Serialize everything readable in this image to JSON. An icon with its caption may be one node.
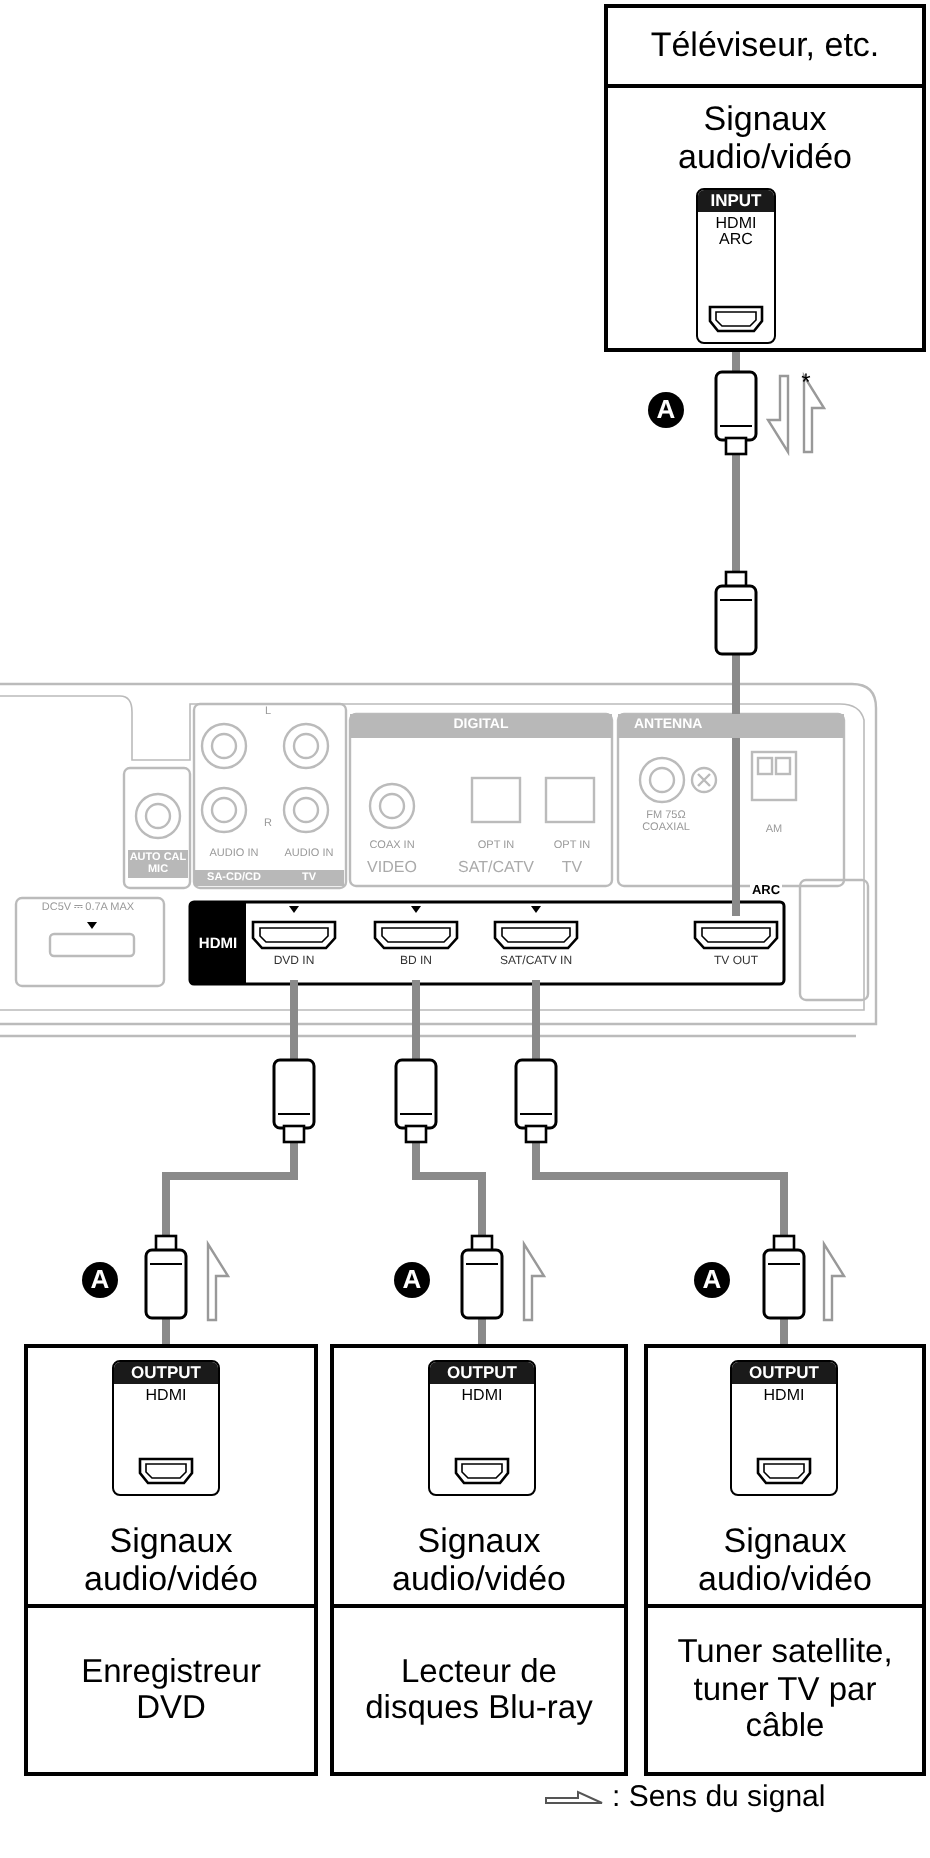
{
  "diagram": {
    "nodes": [
      {
        "text": [
          "Téléviseur, etc.",
          "Signaux audio/vidéo"
        ]
      },
      {
        "text": [
          "INPUT",
          "HDMI ARC"
        ],
        "in": 0
      },
      {
        "text": [
          "DVD IN"
        ]
      },
      {
        "text": [
          "BD IN"
        ]
      },
      {
        "text": [
          "SAT/CATV IN"
        ]
      },
      {
        "text": [
          "TV OUT"
        ]
      },
      {
        "text": [
          "Signaux audio/vidéo",
          "Enregistreur DVD"
        ]
      },
      {
        "text": [
          "OUTPUT",
          "HDMI"
        ],
        "in": 6
      },
      {
        "text": [
          "Signaux audio/vidéo",
          "Lecteur de disques Blu-ray"
        ]
      },
      {
        "text": [
          "OUTPUT",
          "HDMI"
        ],
        "in": 8
      },
      {
        "text": [
          "Signaux audio/vidéo",
          "Tuner satellite, tuner TV par câble"
        ]
      },
      {
        "text": [
          "OUTPUT",
          "HDMI"
        ],
        "in": 10
      }
    ],
    "edges": [
      {
        "from": 7,
        "to": 2,
        "arrow": "none"
      },
      {
        "from": 9,
        "to": 3,
        "arrow": "none"
      },
      {
        "from": 11,
        "to": 4,
        "arrow": "none"
      },
      {
        "from": 5,
        "to": 1,
        "arrow": "none"
      }
    ],
    "labels": [
      "A",
      "*",
      "DIGITAL",
      "ANTENNA",
      "L",
      "R",
      "AUTO CAL MIC",
      "AUDIO IN",
      "SA-CD/CD",
      "AUDIO IN",
      "TV",
      "COAX IN",
      "VIDEO",
      "OPT IN",
      "SAT/CATV",
      "OPT IN",
      "TV",
      "FM 75Ω COAXIAL",
      "AM",
      "DC5V ⎓ 0.7A MAX",
      "HDMI",
      "ARC",
      "A",
      "A",
      "A"
    ],
    "legend": [
      {
        "text": ": Sens du signal"
      }
    ]
  }
}
